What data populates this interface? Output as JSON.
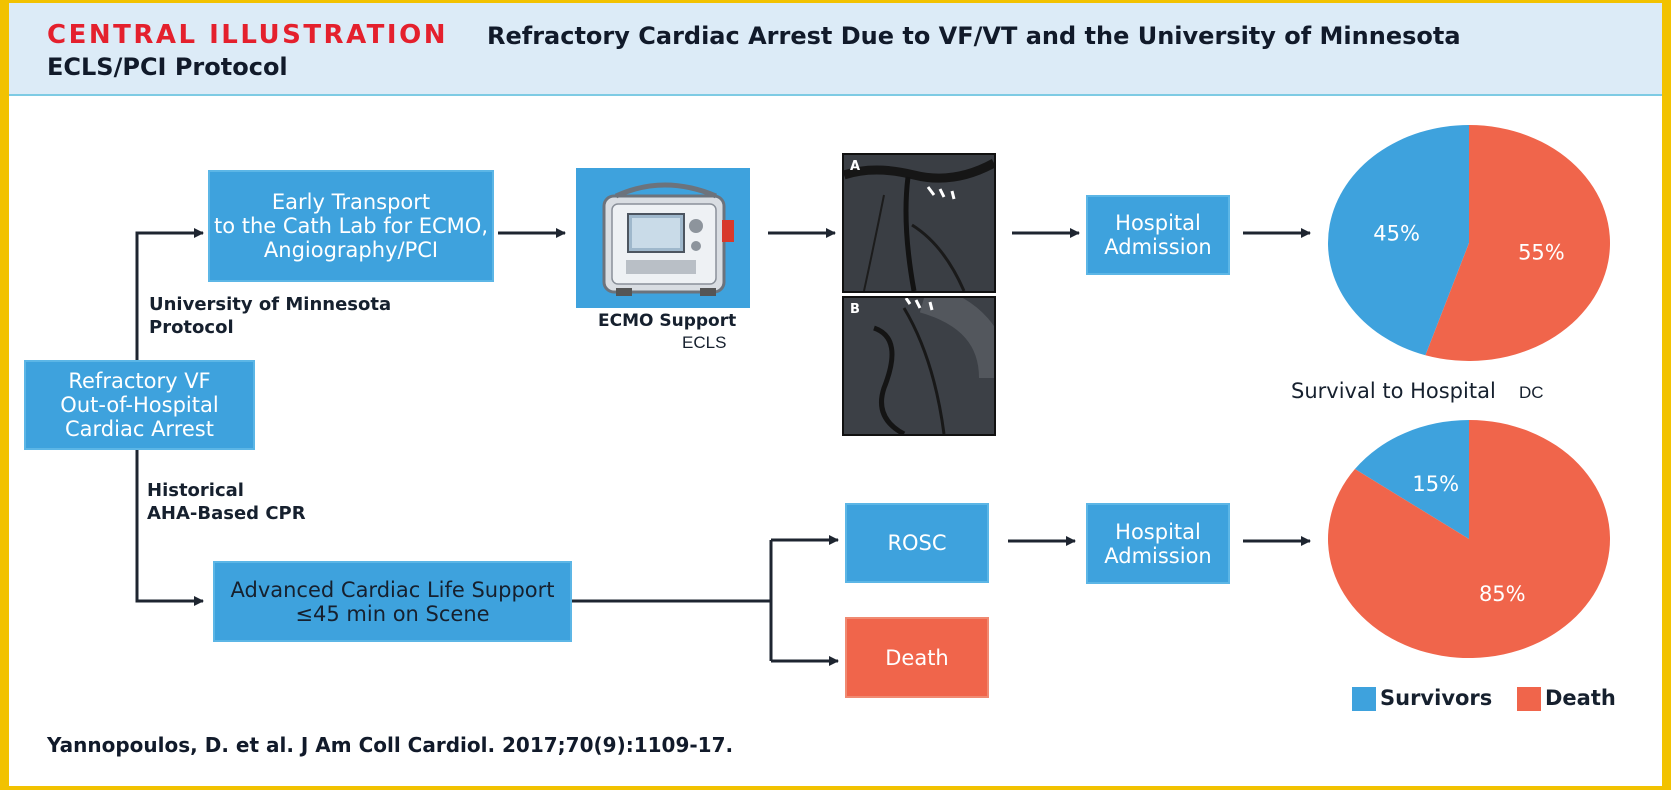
{
  "header": {
    "tag": "CENTRAL ILLUSTRATION",
    "title_line1": "Refractory Cardiac Arrest Due to VF/VT and the University of Minnesota",
    "title_line2": "ECLS/PCI Protocol"
  },
  "boxes": {
    "start": "Refractory VF\nOut-of-Hospital\nCardiac Arrest",
    "early_transport": "Early Transport\nto the Cath Lab for ECMO,\nAngiography/PCI",
    "hospital_admission_top": "Hospital\nAdmission",
    "acls": "Advanced Cardiac Life Support\n≤45 min on Scene",
    "rosc": "ROSC",
    "hospital_admission_bottom": "Hospital\nAdmission",
    "death": "Death"
  },
  "labels": {
    "umn_protocol": "University of Minnesota\nProtocol",
    "historical": "Historical\nAHA-Based CPR",
    "ecmo_support": "ECMO Support",
    "ecls": "ECLS",
    "angio_a": "A",
    "angio_b": "B",
    "survival_title": "Survival to Hospital",
    "survival_suffix": "DC"
  },
  "chart_data": [
    {
      "type": "pie",
      "title": "",
      "categories": [
        "Survivors",
        "Death"
      ],
      "values": [
        45,
        55
      ],
      "labels": [
        "45%",
        "55%"
      ],
      "colors": [
        "#3ea2dd",
        "#f0654b"
      ]
    },
    {
      "type": "pie",
      "title": "",
      "categories": [
        "Survivors",
        "Death"
      ],
      "values": [
        15,
        85
      ],
      "labels": [
        "15%",
        "85%"
      ],
      "colors": [
        "#3ea2dd",
        "#f0654b"
      ]
    }
  ],
  "legend": {
    "survivors": "Survivors",
    "death": "Death",
    "survivors_color": "#3ea2dd",
    "death_color": "#f0654b"
  },
  "citation": "Yannopoulos, D. et al. J Am Coll Cardiol. 2017;70(9):1109-17."
}
